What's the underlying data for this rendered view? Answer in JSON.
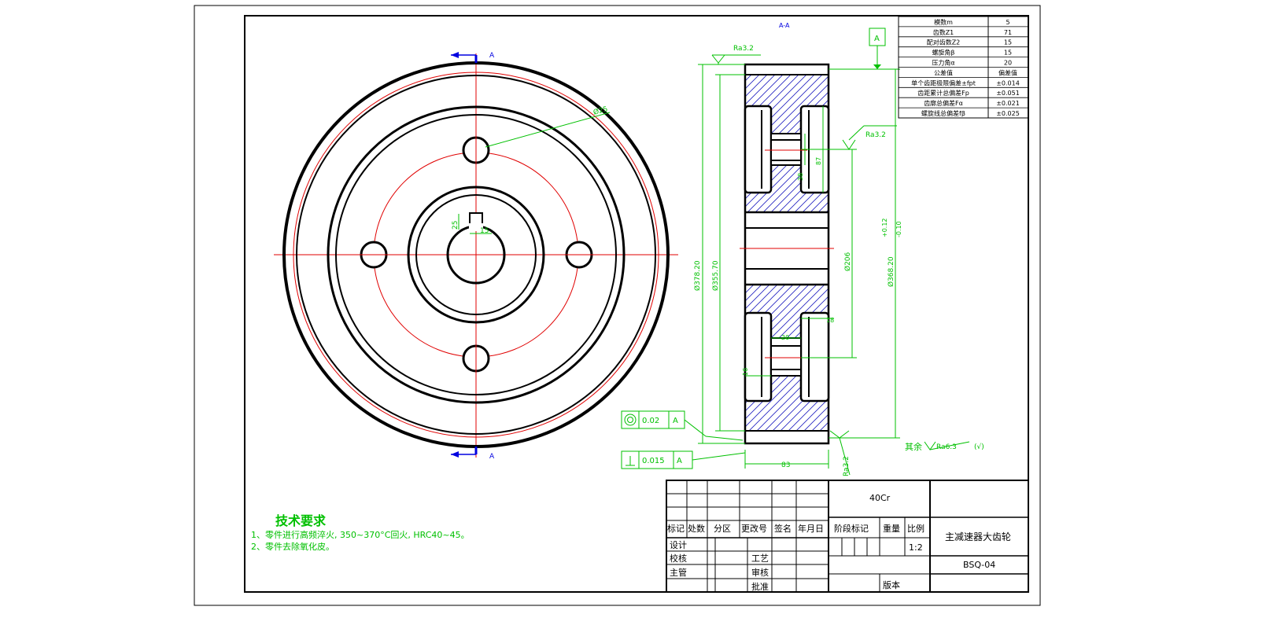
{
  "section_label": "A-A",
  "cut_label_top": "A",
  "cut_label_bottom": "A",
  "datum_label": "A",
  "dims": {
    "d25": "Ø25",
    "d25b": "25",
    "d15": "15",
    "d378": "Ø378.20",
    "d355": "Ø355.70",
    "d206": "Ø206",
    "d368": "Ø368.20",
    "tol_upper": "+0.12",
    "tol_lower": "-0.10",
    "d87": "87",
    "d38": "38",
    "d18": "18",
    "w83": "83",
    "w20": "20",
    "w16": "16"
  },
  "roughness": {
    "top": "Ra3.2",
    "hub": "Ra3.2",
    "bottom": "Ra3.2",
    "rest_prefix": "其余",
    "rest_value": "Ra6.3",
    "rest_suffix": "(√)"
  },
  "gdt": [
    {
      "symbol": "◎",
      "tol": "0.02",
      "datum": "A"
    },
    {
      "symbol": "⊥",
      "tol": "0.015",
      "datum": "A"
    }
  ],
  "params": [
    [
      "模数m",
      "5"
    ],
    [
      "齿数Z1",
      "71"
    ],
    [
      "配对齿数Z2",
      "15"
    ],
    [
      "螺旋角β",
      "15"
    ],
    [
      "压力角α",
      "20"
    ],
    [
      "公差值",
      "偏差值"
    ],
    [
      "单个齿距极限偏差±fpt",
      "±0.014"
    ],
    [
      "齿距累计总偏差Fp",
      "±0.051"
    ],
    [
      "齿廓总偏差Fα",
      "±0.021"
    ],
    [
      "螺旋线总偏差fβ",
      "±0.025"
    ]
  ],
  "tech": {
    "title": "技术要求",
    "line1": "1、零件进行高频淬火, 350~370°C回火, HRC40~45。",
    "line2": "2、零件去除氧化皮。"
  },
  "title_block": {
    "material": "40Cr",
    "mark": "标记",
    "count": "处数",
    "zone": "分区",
    "change_no": "更改号",
    "sign": "签名",
    "date": "年月日",
    "design": "设计",
    "check": "校核",
    "process": "工艺",
    "manager": "主管",
    "review": "审核",
    "approve": "批准",
    "stage": "阶段标记",
    "weight": "重量",
    "scale": "比例",
    "scale_value": "1:2",
    "part_name": "主减速器大齿轮",
    "part_no": "BSQ-04",
    "edition": "版本"
  }
}
